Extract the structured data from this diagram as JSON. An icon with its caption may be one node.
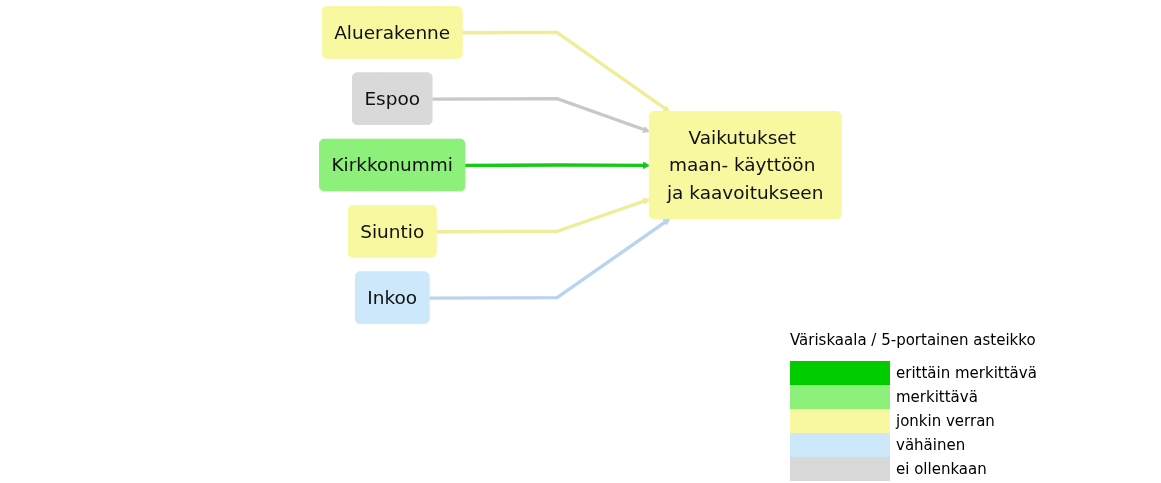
{
  "diagram": {
    "nodes": [
      {
        "text": [
          "Aluerakenne"
        ]
      },
      {
        "text": [
          "Espoo"
        ]
      },
      {
        "text": [
          "Kirkkonummi"
        ]
      },
      {
        "text": [
          "Siuntio"
        ]
      },
      {
        "text": [
          "Inkoo"
        ]
      },
      {
        "text": [
          "Vaikutukset maan- käyttöön ja kaavoitukseen"
        ]
      }
    ],
    "edges": [
      {
        "from": 0,
        "to": 5,
        "arrow": "to",
        "color": "#eeee99"
      },
      {
        "from": 1,
        "to": 5,
        "arrow": "to",
        "color": "#c8c8c8"
      },
      {
        "from": 2,
        "to": 5,
        "arrow": "to",
        "color": "#11cc11"
      },
      {
        "from": 3,
        "to": 5,
        "arrow": "to",
        "color": "#eeee99"
      },
      {
        "from": 4,
        "to": 5,
        "arrow": "to",
        "color": "#b8d4f0"
      }
    ],
    "labels": [
      "Väriskaala / 5-portainen asteikko"
    ],
    "legend": [
      {
        "text": "erittäin merkittävä",
        "color": "#00cc00"
      },
      {
        "text": "merkittävä",
        "color": "#8cf07a"
      },
      {
        "text": "jonkin verran",
        "color": "#f8f8a0"
      },
      {
        "text": "vähäinen",
        "color": "#cce8fa"
      },
      {
        "text": "ei ollenkaan",
        "color": "#d9d9d9"
      }
    ]
  }
}
